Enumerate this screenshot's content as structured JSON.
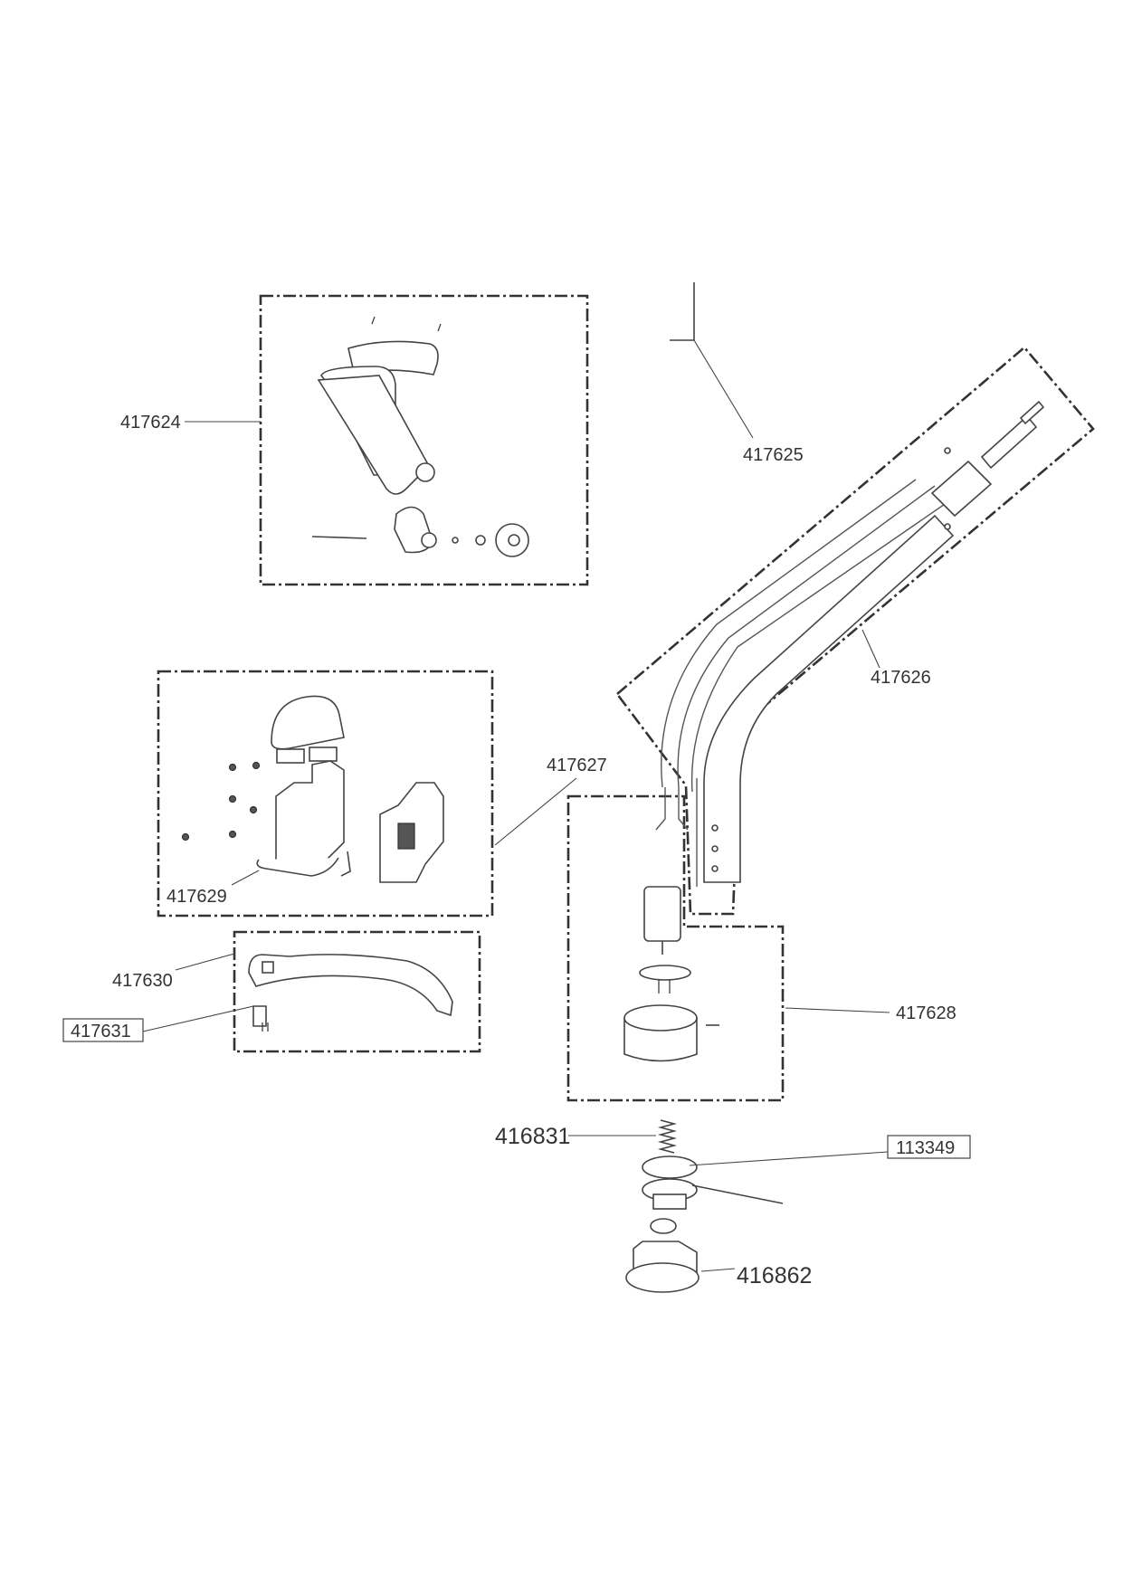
{
  "diagram": {
    "type": "exploded-parts-diagram",
    "parts": {
      "p417624": "417624",
      "p417625": "417625",
      "p417626": "417626",
      "p417627": "417627",
      "p417628": "417628",
      "p417629": "417629",
      "p417630": "417630",
      "p417631": "417631",
      "p416831": "416831",
      "p113349": "113349",
      "p416862": "416862"
    },
    "colors": {
      "line": "#333333",
      "background": "#ffffff"
    }
  }
}
